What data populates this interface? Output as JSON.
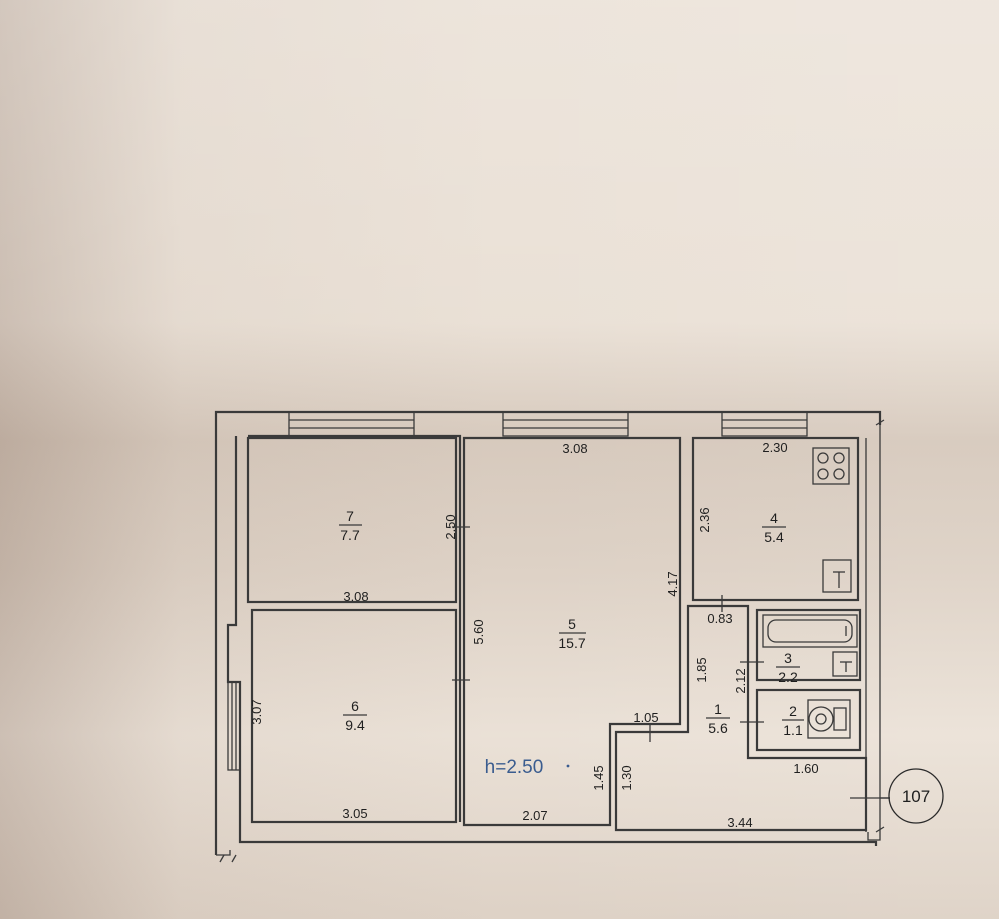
{
  "plan": {
    "height_label": "h=2.50",
    "badge": "107",
    "rooms": [
      {
        "number": "7",
        "area": "7.7"
      },
      {
        "number": "5",
        "area": "15.7"
      },
      {
        "number": "4",
        "area": "5.4"
      },
      {
        "number": "3",
        "area": "2.2"
      },
      {
        "number": "2",
        "area": "1.1"
      },
      {
        "number": "1",
        "area": "5.6"
      },
      {
        "number": "6",
        "area": "9.4"
      }
    ],
    "dimensions": {
      "room7_vertical": "2.50",
      "room7_bottom": "3.08",
      "room5_top": "3.08",
      "room5_left": "5.60",
      "room5_right": "4.17",
      "room5_bottom": "2.07",
      "room5_notch_width": "1.05",
      "room5_notch_height": "1.45",
      "room4_top": "2.30",
      "room4_vertical": "2.36",
      "room4_bottom": "0.83",
      "corridor_vertical": "1.85",
      "room3_vertical": "2.12",
      "hall_top": "1.60",
      "hall_bottom": "3.44",
      "hall_left": "1.30",
      "room6_vertical": "3.07",
      "room6_bottom": "3.05"
    }
  }
}
